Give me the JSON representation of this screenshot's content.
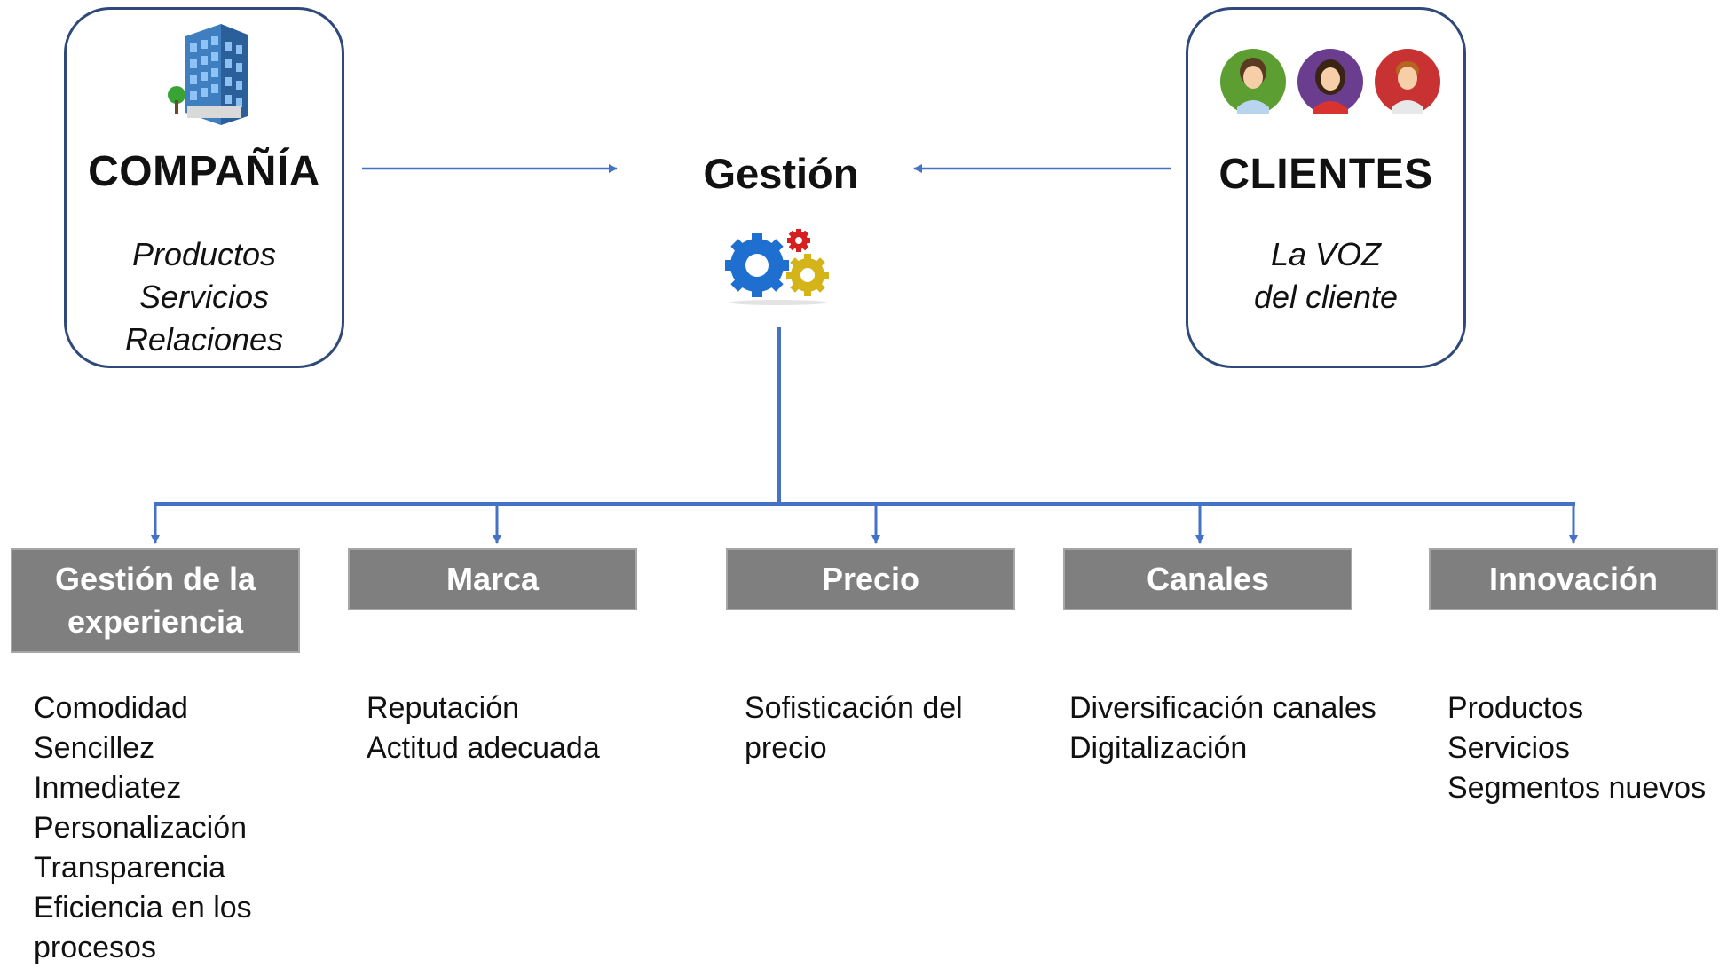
{
  "company": {
    "title": "COMPAÑÍA",
    "lines": [
      "Productos",
      "Servicios",
      "Relaciones"
    ],
    "icon": "office-building-icon"
  },
  "clients": {
    "title": "CLIENTES",
    "lines": [
      "La VOZ",
      "del cliente"
    ],
    "icon": "people-avatars-icon",
    "avatar_colors": [
      "#5c9e31",
      "#6b3d8f",
      "#c83232"
    ]
  },
  "center": {
    "title": "Gestión",
    "icon": "gears-icon"
  },
  "categories": [
    {
      "label_lines": [
        "Gestión de la",
        "experiencia"
      ],
      "items": [
        "Comodidad",
        "Sencillez",
        "Inmediatez",
        "Personalización",
        "Transparencia",
        "Eficiencia en los",
        "procesos"
      ]
    },
    {
      "label_lines": [
        "Marca"
      ],
      "items": [
        "Reputación",
        "Actitud adecuada"
      ]
    },
    {
      "label_lines": [
        "Precio"
      ],
      "items": [
        "Sofisticación del",
        "precio"
      ]
    },
    {
      "label_lines": [
        "Canales"
      ],
      "items": [
        "Diversificación canales",
        "Digitalización"
      ]
    },
    {
      "label_lines": [
        "Innovación"
      ],
      "items": [
        "Productos",
        "Servicios",
        "Segmentos nuevos"
      ]
    }
  ],
  "colors": {
    "connector": "#4472c4",
    "card_border": "#2f4a7a",
    "category_box": "#7f7f7f",
    "category_text": "#ffffff"
  }
}
